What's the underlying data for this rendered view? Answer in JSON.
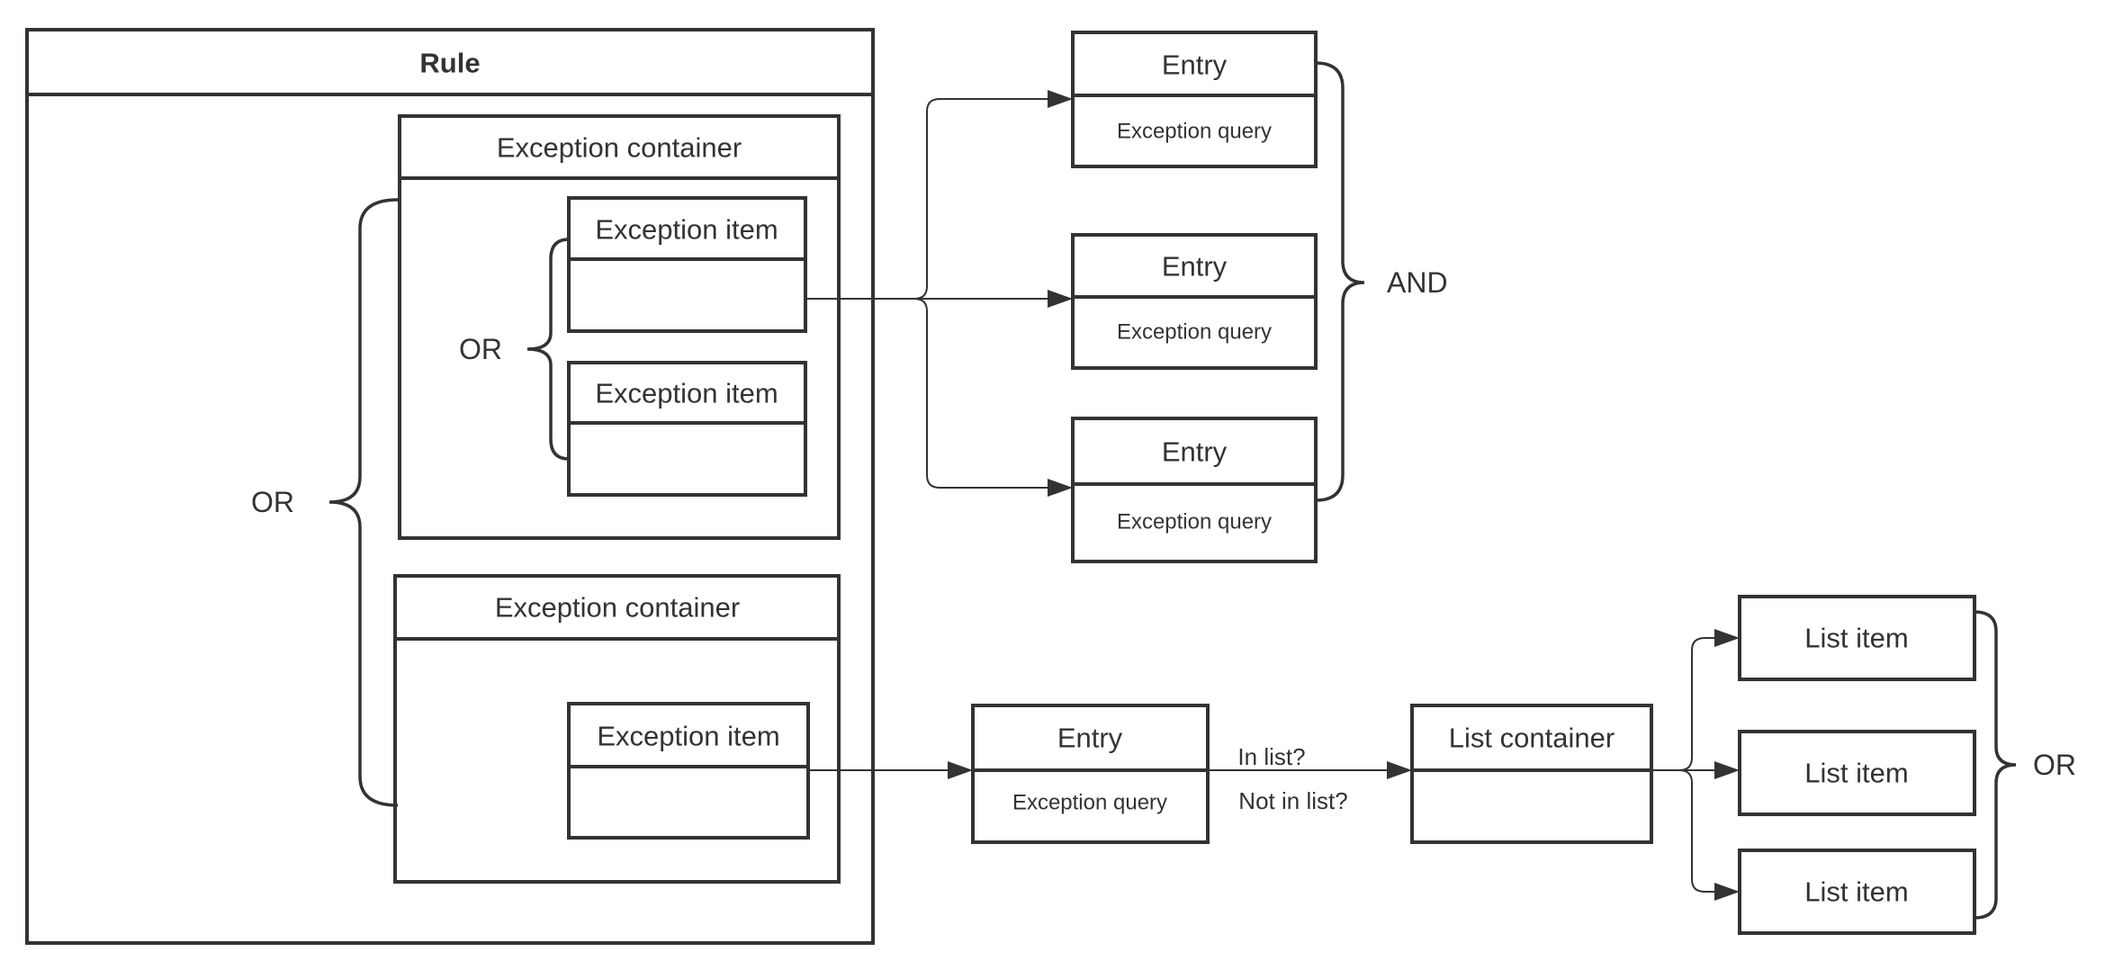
{
  "colors": {
    "stroke": "#333333",
    "text": "#333333",
    "background": "#ffffff"
  },
  "rule": {
    "title": "Rule"
  },
  "exception_containers": [
    {
      "title": "Exception container",
      "items": [
        {
          "label": "Exception item"
        },
        {
          "label": "Exception item"
        }
      ]
    },
    {
      "title": "Exception container",
      "items": [
        {
          "label": "Exception item"
        }
      ]
    }
  ],
  "operators": {
    "outer_or": "OR",
    "inner_or": "OR",
    "and": "AND",
    "list_or": "OR"
  },
  "entries": [
    {
      "title": "Entry",
      "query": "Exception query"
    },
    {
      "title": "Entry",
      "query": "Exception query"
    },
    {
      "title": "Entry",
      "query": "Exception query"
    },
    {
      "title": "Entry",
      "query": "Exception query"
    }
  ],
  "edge_labels": {
    "in_list": "In list?",
    "not_in_list": "Not in list?"
  },
  "list_container": {
    "title": "List container"
  },
  "list_items": [
    {
      "label": "List item"
    },
    {
      "label": "List item"
    },
    {
      "label": "List item"
    }
  ]
}
